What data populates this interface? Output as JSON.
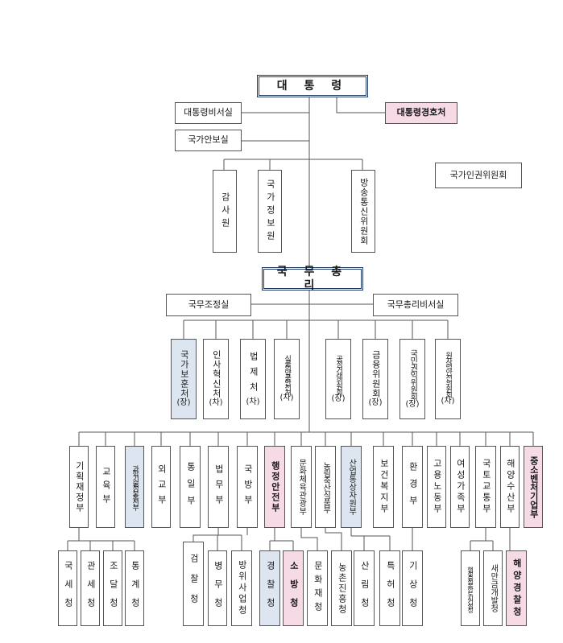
{
  "top": {
    "president": "대 통 령",
    "pm": "국 무 총 리"
  },
  "staff": {
    "secretariat": "대통령비서실",
    "security_office": "국가안보실",
    "security_service": "대통령경호처",
    "human_rights": "국가인권위원회",
    "coordination": "국무조정실",
    "pm_secretariat": "국무총리비서실"
  },
  "president_agencies": [
    "감사원",
    "국가정보원",
    "방송통신위원회"
  ],
  "pm_agencies": [
    {
      "name": "국가보훈처",
      "sub": "(장)"
    },
    {
      "name": "인사혁신처",
      "sub": "(차)"
    },
    {
      "name": "법제처",
      "sub": "(차)"
    },
    {
      "name": "식품의약품안전처",
      "sub": "(차)"
    },
    {
      "name": "공정거래위원회",
      "sub": "(장)"
    },
    {
      "name": "금융위원회",
      "sub": "(장)"
    },
    {
      "name": "국민권익위원회",
      "sub": "(장)"
    },
    {
      "name": "원자력안전위원회",
      "sub": "(차)"
    }
  ],
  "ministries": [
    "기획재정부",
    "교육부",
    "과학기술정보통신부",
    "외교부",
    "통일부",
    "법무부",
    "국방부",
    "행정안전부",
    "문화체육관광부",
    "농림축산식품부",
    "산업통상자원부",
    "보건복지부",
    "환경부",
    "고용노동부",
    "여성가족부",
    "국토교통부",
    "해양수산부",
    "중소벤처기업부"
  ],
  "agencies": [
    "국세청",
    "관세청",
    "조달청",
    "통계청",
    "검찰청",
    "병무청",
    "방위사업청",
    "경찰청",
    "소방청",
    "문화재청",
    "농촌진흥청",
    "산림청",
    "특허청",
    "기상청",
    "행정중심복합도시건설청",
    "새만금개발청",
    "해양경찰청"
  ]
}
